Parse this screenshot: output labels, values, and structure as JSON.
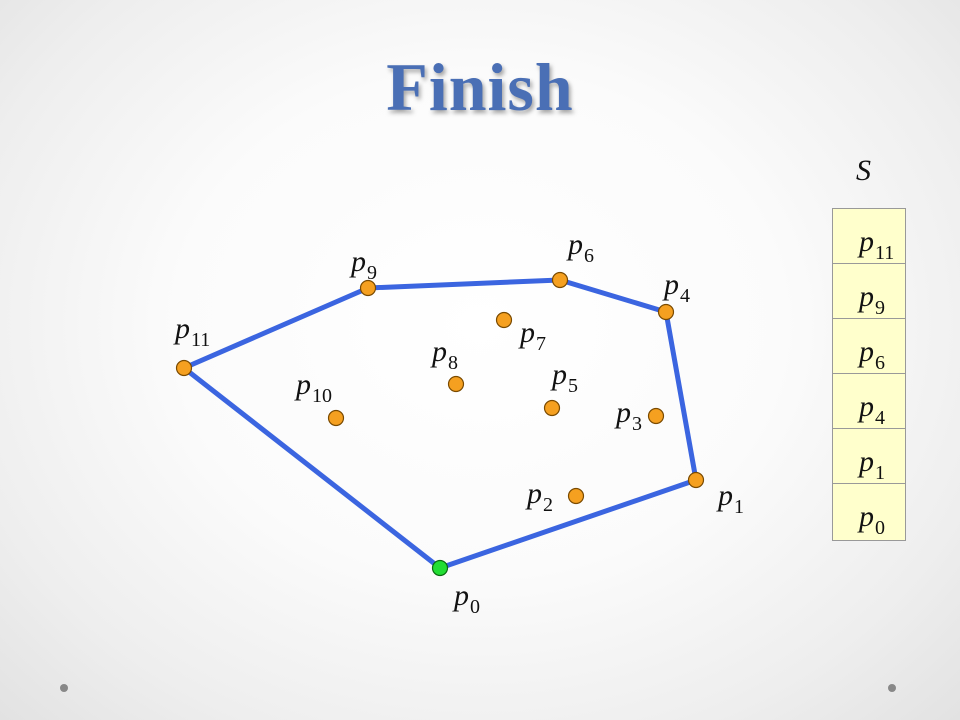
{
  "title": "Finish",
  "stack": {
    "name": "S",
    "items": [
      {
        "base": "p",
        "sub": "11"
      },
      {
        "base": "p",
        "sub": "9"
      },
      {
        "base": "p",
        "sub": "6"
      },
      {
        "base": "p",
        "sub": "4"
      },
      {
        "base": "p",
        "sub": "1"
      },
      {
        "base": "p",
        "sub": "0"
      }
    ]
  },
  "points": [
    {
      "id": "p0",
      "base": "p",
      "sub": "0",
      "start": true
    },
    {
      "id": "p1",
      "base": "p",
      "sub": "1"
    },
    {
      "id": "p2",
      "base": "p",
      "sub": "2"
    },
    {
      "id": "p3",
      "base": "p",
      "sub": "3"
    },
    {
      "id": "p4",
      "base": "p",
      "sub": "4"
    },
    {
      "id": "p5",
      "base": "p",
      "sub": "5"
    },
    {
      "id": "p6",
      "base": "p",
      "sub": "6"
    },
    {
      "id": "p7",
      "base": "p",
      "sub": "7"
    },
    {
      "id": "p8",
      "base": "p",
      "sub": "8"
    },
    {
      "id": "p9",
      "base": "p",
      "sub": "9"
    },
    {
      "id": "p10",
      "base": "p",
      "sub": "10"
    },
    {
      "id": "p11",
      "base": "p",
      "sub": "11"
    }
  ],
  "hull": [
    "p0",
    "p1",
    "p4",
    "p6",
    "p9",
    "p11"
  ],
  "colors": {
    "hull_edge": "#3b65e0",
    "point_fill": "#f5a020",
    "point_stroke": "#7a4a00",
    "start_fill": "#22dd33",
    "start_stroke": "#0a6a10",
    "title": "#4a6fb5",
    "stack_fill": "#ffffcc"
  }
}
